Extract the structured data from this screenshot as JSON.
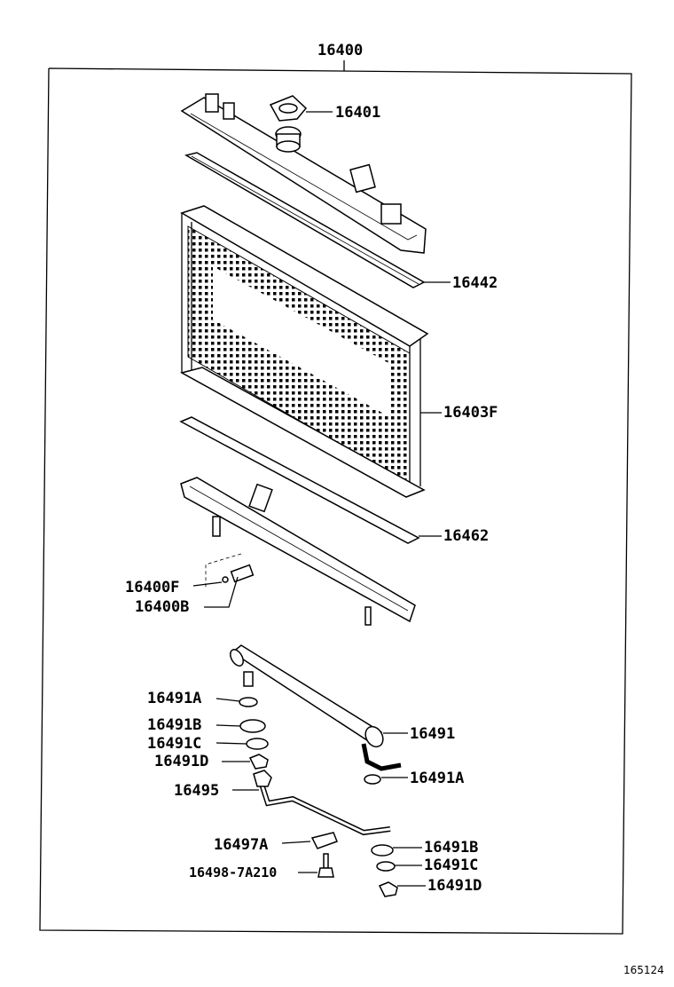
{
  "diagram": {
    "assembly_number": "16400",
    "reference_code": "165124",
    "labels": {
      "p16401": "16401",
      "p16442": "16442",
      "p16403F": "16403F",
      "p16462": "16462",
      "p16400F": "16400F",
      "p16400B": "16400B",
      "p16491A_left": "16491A",
      "p16491B_left": "16491B",
      "p16491C_left": "16491C",
      "p16491D_left": "16491D",
      "p16491": "16491",
      "p16491A_right": "16491A",
      "p16495": "16495",
      "p16497A": "16497A",
      "p16498": "16498-7A210",
      "p16491B_right": "16491B",
      "p16491C_right": "16491C",
      "p16491D_right": "16491D"
    }
  }
}
